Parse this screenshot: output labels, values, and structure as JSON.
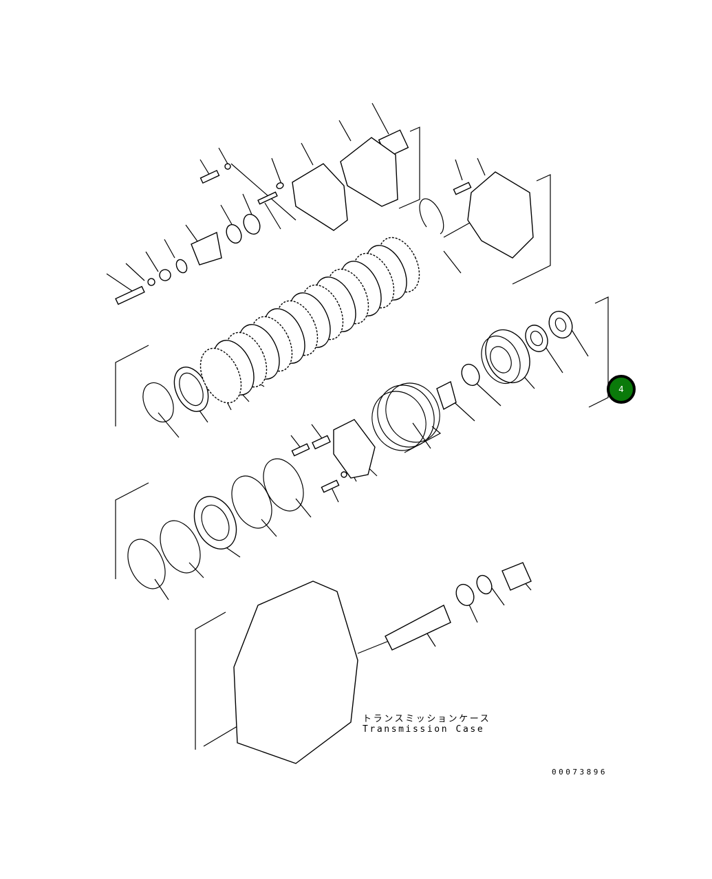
{
  "diagram": {
    "caption_jp": "トランスミッションケース",
    "caption_en": "Transmission Case",
    "drawing_number": "00073896",
    "callout": {
      "label": "4",
      "color": "#0a7a0a"
    }
  }
}
